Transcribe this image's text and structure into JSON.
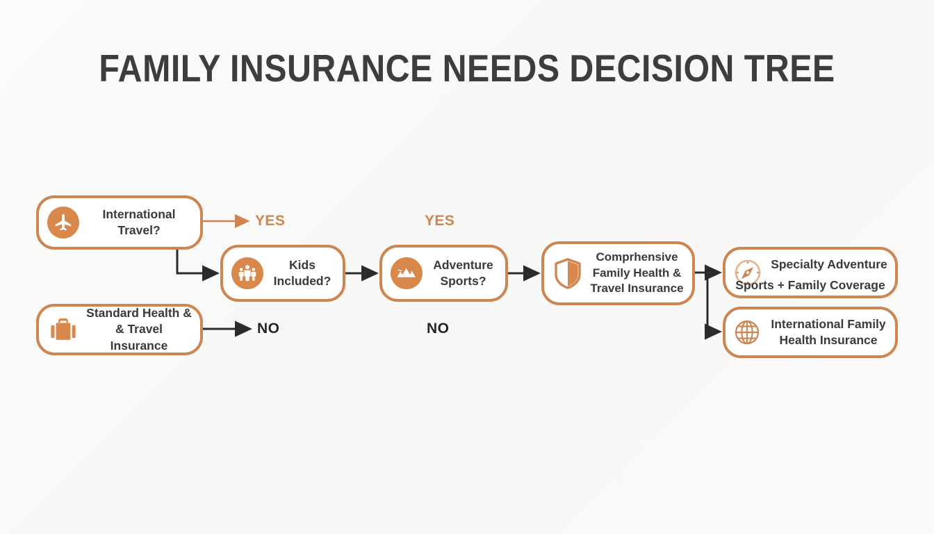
{
  "page": {
    "title": "FAMILY INSURANCE NEEDS DECISION TREE",
    "background_color": "#faf9f7",
    "accent_color": "#cd8551",
    "icon_fill_color": "#d8884b",
    "text_color": "#3a3a3a",
    "connector_color": "#2b2b2b"
  },
  "chart_data": {
    "type": "diagram",
    "diagram_kind": "decision-tree",
    "title": "FAMILY INSURANCE NEEDS DECISION TREE",
    "nodes": [
      {
        "id": "international-travel",
        "label": "International\nTravel?",
        "kind": "decision",
        "icon": "airplane-icon",
        "icon_style": "filled-circle"
      },
      {
        "id": "kids-included",
        "label": "Kids\nIncluded?",
        "kind": "decision",
        "icon": "family-group-icon",
        "icon_style": "filled-circle"
      },
      {
        "id": "adventure-sports",
        "label": "Adventure\nSports?",
        "kind": "decision",
        "icon": "mountain-icon",
        "icon_style": "filled-circle"
      },
      {
        "id": "comprehensive-insurance",
        "label": "Comprhensive\nFamily Health &\nTravel Insurance",
        "kind": "outcome",
        "icon": "shield-icon",
        "icon_style": "outline"
      },
      {
        "id": "specialty-adventure",
        "label": "Specialty Adventure",
        "label_overflow": "Sports + Family Coverage",
        "kind": "outcome",
        "icon": "compass-icon",
        "icon_style": "outline"
      },
      {
        "id": "international-family-health",
        "label": "International Family\nHealth Insurance",
        "kind": "outcome",
        "icon": "globe-icon",
        "icon_style": "outline"
      },
      {
        "id": "standard-insurance",
        "label": "Standard Health &\n& Travel Insurance",
        "kind": "outcome",
        "icon": "suitcase-icon",
        "icon_style": "solid"
      }
    ],
    "edge_labels": [
      {
        "id": "yes-1",
        "text": "YES",
        "color": "#d0854f"
      },
      {
        "id": "yes-2",
        "text": "YES",
        "color": "#d0854f"
      },
      {
        "id": "no-1",
        "text": "NO",
        "color": "#262626"
      },
      {
        "id": "no-2",
        "text": "NO",
        "color": "#262626"
      }
    ],
    "edges": [
      {
        "from": "international-travel",
        "to": "yes-1",
        "style": "orange-arrow"
      },
      {
        "from": "international-travel",
        "to": "kids-included",
        "style": "black-elbow-arrow"
      },
      {
        "from": "kids-included",
        "to": "adventure-sports",
        "style": "black-arrow"
      },
      {
        "from": "adventure-sports",
        "to": "comprehensive-insurance",
        "style": "black-arrow"
      },
      {
        "from": "comprehensive-insurance",
        "to": "specialty-adventure",
        "style": "black-split-arrow"
      },
      {
        "from": "comprehensive-insurance",
        "to": "international-family-health",
        "style": "black-split-arrow"
      },
      {
        "from": "standard-insurance",
        "to": "no-1",
        "style": "black-arrow"
      }
    ]
  }
}
